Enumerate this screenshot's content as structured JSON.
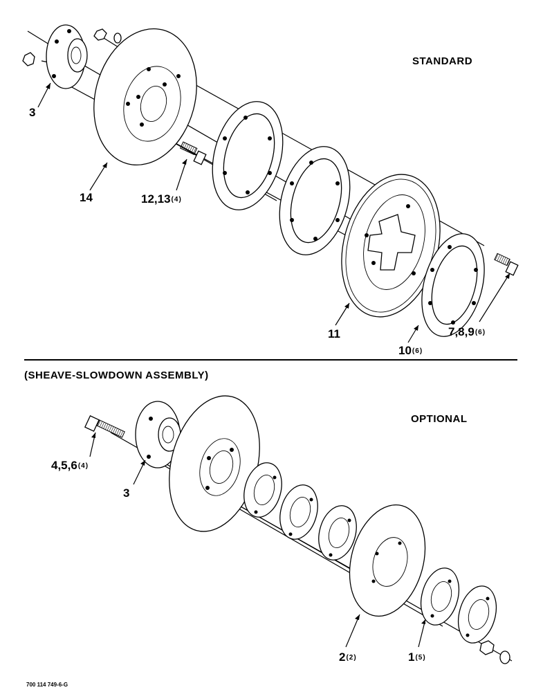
{
  "sections": {
    "standard_label": "STANDARD",
    "optional_label": "OPTIONAL",
    "assembly_title": "(SHEAVE-SLOWDOWN ASSEMBLY)"
  },
  "standard_callouts": [
    {
      "num": "3",
      "qty": ""
    },
    {
      "num": "14",
      "qty": ""
    },
    {
      "num": "12,13",
      "qty": "(4)"
    },
    {
      "num": "11",
      "qty": ""
    },
    {
      "num": "10",
      "qty": "(6)"
    },
    {
      "num": "7,8,9",
      "qty": "(6)"
    }
  ],
  "optional_callouts": [
    {
      "num": "4,5,6",
      "qty": "(4)"
    },
    {
      "num": "3",
      "qty": ""
    },
    {
      "num": "2",
      "qty": "(2)"
    },
    {
      "num": "1",
      "qty": "(5)"
    }
  ],
  "footer": {
    "ref": "700 114 749-6-G"
  }
}
